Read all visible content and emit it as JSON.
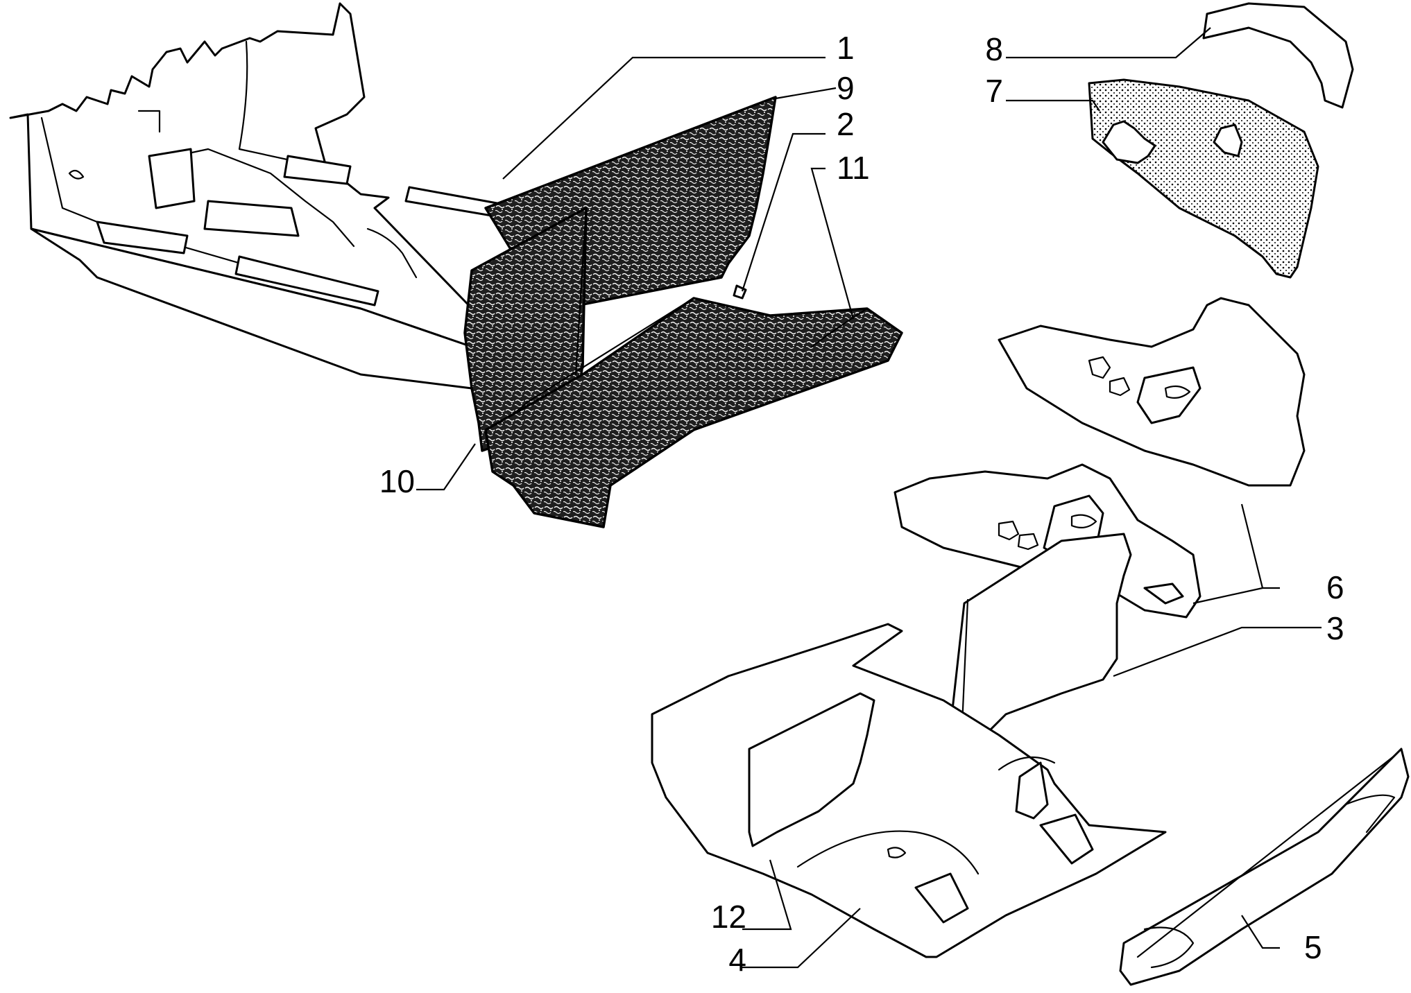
{
  "diagram": {
    "callouts": [
      "1",
      "9",
      "2",
      "11",
      "10",
      "8",
      "7",
      "6",
      "3",
      "12",
      "4",
      "5"
    ]
  }
}
